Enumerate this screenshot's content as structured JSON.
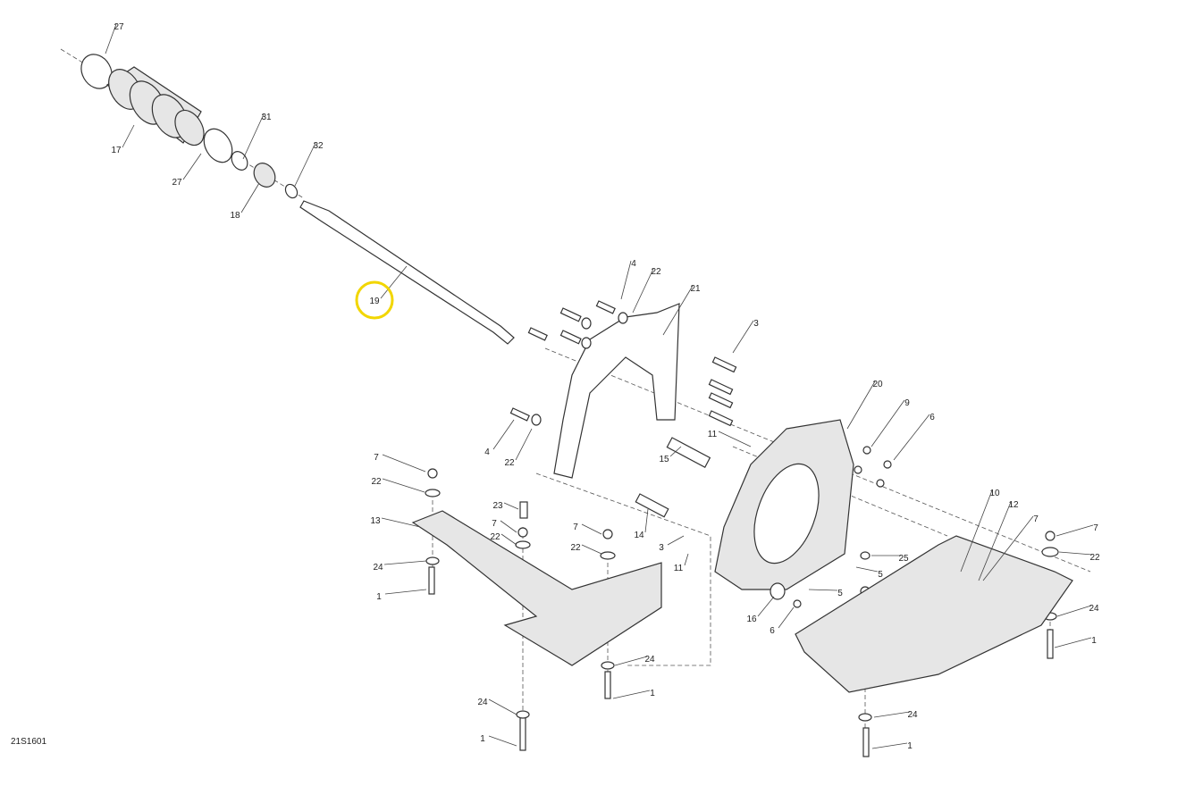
{
  "diagram": {
    "drawing_code": "21S1601",
    "highlight_color": "#f2d600",
    "highlighted_callout": "19",
    "callouts": [
      "27",
      "17",
      "27",
      "31",
      "32",
      "18",
      "19",
      "4",
      "22",
      "21",
      "3",
      "20",
      "9",
      "6",
      "11",
      "15",
      "4",
      "22",
      "7",
      "22",
      "13",
      "23",
      "7",
      "22",
      "7",
      "22",
      "14",
      "3",
      "11",
      "24",
      "1",
      "10",
      "12",
      "7",
      "7",
      "22",
      "25",
      "5",
      "5",
      "16",
      "6",
      "24",
      "1",
      "24",
      "1",
      "24",
      "1",
      "24",
      "1"
    ]
  }
}
